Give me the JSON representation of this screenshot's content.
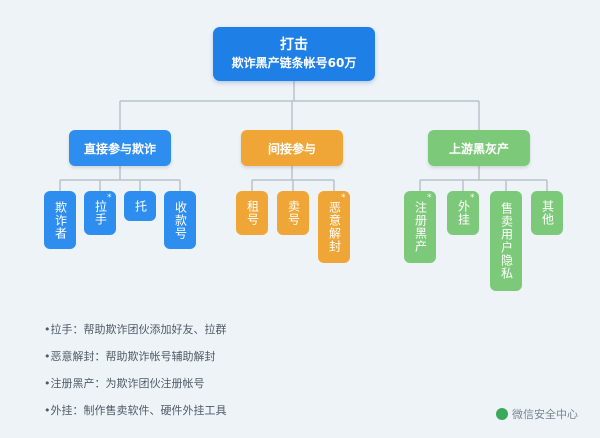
{
  "root": {
    "line1": "打击",
    "line2": "欺诈黑产链条帐号60万"
  },
  "categories": [
    {
      "label": "直接参与欺诈",
      "color": "#2d8ef0"
    },
    {
      "label": "间接参与",
      "color": "#f0a637"
    },
    {
      "label": "上游黑灰产",
      "color": "#7dc97a"
    }
  ],
  "leaves": [
    {
      "label": "欺诈者",
      "starred": false
    },
    {
      "label": "拉手",
      "starred": true
    },
    {
      "label": "托",
      "starred": false
    },
    {
      "label": "收款号",
      "starred": false
    },
    {
      "label": "租号",
      "starred": false
    },
    {
      "label": "卖号",
      "starred": false
    },
    {
      "label": "恶意解封",
      "starred": true
    },
    {
      "label": "注册黑产",
      "starred": true
    },
    {
      "label": "外挂",
      "starred": true
    },
    {
      "label": "售卖用户隐私",
      "starred": false
    },
    {
      "label": "其他",
      "starred": false
    }
  ],
  "notes": [
    "•拉手：帮助欺诈团伙添加好友、拉群",
    "•恶意解封：帮助欺诈帐号辅助解封",
    "•注册黑产：为欺诈团伙注册帐号",
    "•外挂：制作售卖软件、硬件外挂工具"
  ],
  "source": "微信安全中心",
  "colors": {
    "root": "#1e7fe6",
    "blue": "#2d8ef0",
    "orange": "#f0a637",
    "green": "#7dc97a",
    "connector": "#b8c2cc"
  }
}
